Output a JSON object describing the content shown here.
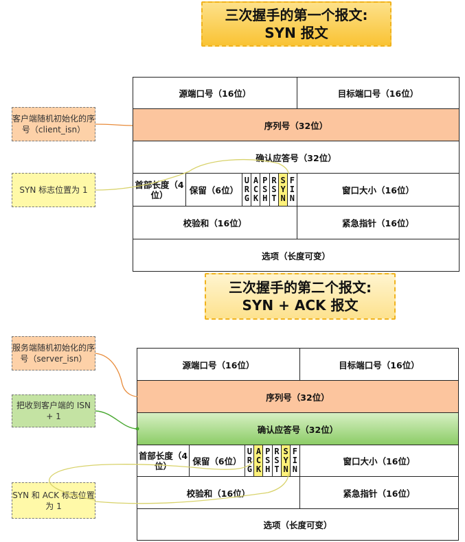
{
  "diagram1": {
    "title_line1": "三次握手的第一个报文:",
    "title_line2": "SYN 报文",
    "notes": {
      "client_isn": "客户端随机初始化的序号（client_isn）",
      "syn_flag": "SYN 标志位置为 1"
    },
    "header": {
      "src_port": "源端口号（16位）",
      "dst_port": "目标端口号（16位）",
      "seq": "序列号（32位）",
      "ack": "确认应答号（32位）",
      "hdr_len": "首部长度（4位）",
      "reserved": "保留（6位）",
      "window": "窗口大小（16位）",
      "checksum": "校验和（16位）",
      "urgent": "紧急指针（16位）",
      "options": "选项（长度可变）"
    },
    "highlighted_flags": [
      "SYN"
    ]
  },
  "diagram2": {
    "title_line1": "三次握手的第二个报文:",
    "title_line2": "SYN + ACK 报文",
    "notes": {
      "server_isn": "服务端随机初始化的序号（server_isn）",
      "ack_isn": "把收到客户端的 ISN + 1",
      "syn_ack_flag": "SYN 和 ACK 标志位置为 1"
    },
    "header": {
      "src_port": "源端口号（16位）",
      "dst_port": "目标端口号（16位）",
      "seq": "序列号（32位）",
      "ack": "确认应答号（32位）",
      "hdr_len": "首部长度（4位）",
      "reserved": "保留（6位）",
      "window": "窗口大小（16位）",
      "checksum": "校验和（16位）",
      "urgent": "紧急指针（16位）",
      "options": "选项（长度可变）"
    },
    "highlighted_flags": [
      "ACK",
      "SYN"
    ]
  },
  "flags": [
    {
      "name": "URG",
      "letters": [
        "U",
        "R",
        "G"
      ]
    },
    {
      "name": "ACK",
      "letters": [
        "A",
        "C",
        "K"
      ]
    },
    {
      "name": "PSH",
      "letters": [
        "P",
        "S",
        "H"
      ]
    },
    {
      "name": "RST",
      "letters": [
        "R",
        "S",
        "T"
      ]
    },
    {
      "name": "SYN",
      "letters": [
        "S",
        "Y",
        "N"
      ]
    },
    {
      "name": "FIN",
      "letters": [
        "F",
        "I",
        "N"
      ]
    }
  ],
  "colors": {
    "title_border": "#f0b21c",
    "seq_fill": "#fcc59e",
    "ack_fill": "#8ccc66",
    "flag_highlight": "#fff27a",
    "orange_connector": "#e88b3a",
    "green_connector": "#4aa832",
    "yellow_connector": "#d8d26a"
  }
}
